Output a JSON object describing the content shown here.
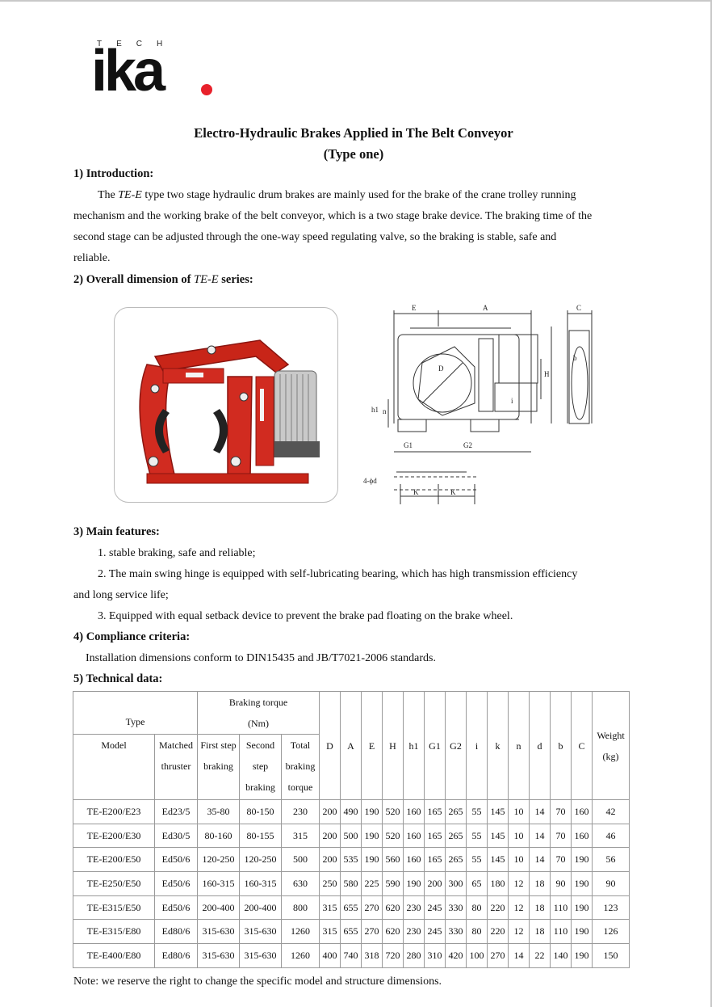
{
  "logo": {
    "tech": "TECH",
    "word": "ika"
  },
  "title": {
    "line1": "Electro-Hydraulic Brakes Applied in The Belt Conveyor",
    "line2": "(Type one)"
  },
  "sections": {
    "intro_heading": "1)  Introduction:",
    "intro_p1_a": "The ",
    "intro_p1_series": "TE-E",
    "intro_p1_b": " type two stage hydraulic drum brakes are mainly used for the brake of the crane trolley running",
    "intro_l2": "mechanism and the working brake of the belt conveyor, which is a two stage brake device. The braking time of the",
    "intro_l3": "second stage can be adjusted through the one-way speed regulating valve, so the braking is stable, safe and",
    "intro_l4": "reliable.",
    "dim_heading_a": "2)  Overall dimension of ",
    "dim_heading_series": "TE-E",
    "dim_heading_b": " series:",
    "features_heading": "3)  Main features:",
    "feature1": "1. stable braking, safe and reliable;",
    "feature2": "2. The main swing hinge is equipped with self-lubricating bearing, which has high transmission efficiency",
    "feature2_cont": "and long service life;",
    "feature3": "3. Equipped with equal setback device to prevent the brake pad floating on the brake wheel.",
    "compliance_heading": "4)  Compliance criteria:",
    "compliance_text": "Installation dimensions conform to DIN15435 and JB/T7021-2006 standards.",
    "tech_heading": "5)  Technical data:"
  },
  "drawing_labels": {
    "E": "E",
    "A": "A",
    "C": "C",
    "D": "D",
    "H": "H",
    "h1": "h1",
    "n": "n",
    "b": "b",
    "i": "i",
    "G1": "G1",
    "G2": "G2",
    "K": "K",
    "holes": "4-ϕd"
  },
  "table": {
    "h_type": "Type",
    "h_torque1": "Braking torque",
    "h_torque2": "(Nm)",
    "h_model": "Model",
    "h_matched1": "Matched",
    "h_matched2": "thruster",
    "h_first1": "First step",
    "h_first2": "braking",
    "h_second1": "Second",
    "h_second2": "step",
    "h_second3": "braking",
    "h_total1": "Total",
    "h_total2": "braking",
    "h_total3": "torque",
    "h_D": "D",
    "h_A": "A",
    "h_E": "E",
    "h_H": "H",
    "h_h1": "h1",
    "h_G1": "G1",
    "h_G2": "G2",
    "h_i": "i",
    "h_k": "k",
    "h_n": "n",
    "h_d": "d",
    "h_b": "b",
    "h_C": "C",
    "h_weight1": "Weight",
    "h_weight2": "(kg)",
    "rows": [
      [
        "TE-E200/E23",
        "Ed23/5",
        "35-80",
        "80-150",
        "230",
        "200",
        "490",
        "190",
        "520",
        "160",
        "165",
        "265",
        "55",
        "145",
        "10",
        "14",
        "70",
        "160",
        "42"
      ],
      [
        "TE-E200/E30",
        "Ed30/5",
        "80-160",
        "80-155",
        "315",
        "200",
        "500",
        "190",
        "520",
        "160",
        "165",
        "265",
        "55",
        "145",
        "10",
        "14",
        "70",
        "160",
        "46"
      ],
      [
        "TE-E200/E50",
        "Ed50/6",
        "120-250",
        "120-250",
        "500",
        "200",
        "535",
        "190",
        "560",
        "160",
        "165",
        "265",
        "55",
        "145",
        "10",
        "14",
        "70",
        "190",
        "56"
      ],
      [
        "TE-E250/E50",
        "Ed50/6",
        "160-315",
        "160-315",
        "630",
        "250",
        "580",
        "225",
        "590",
        "190",
        "200",
        "300",
        "65",
        "180",
        "12",
        "18",
        "90",
        "190",
        "90"
      ],
      [
        "TE-E315/E50",
        "Ed50/6",
        "200-400",
        "200-400",
        "800",
        "315",
        "655",
        "270",
        "620",
        "230",
        "245",
        "330",
        "80",
        "220",
        "12",
        "18",
        "110",
        "190",
        "123"
      ],
      [
        "TE-E315/E80",
        "Ed80/6",
        "315-630",
        "315-630",
        "1260",
        "315",
        "655",
        "270",
        "620",
        "230",
        "245",
        "330",
        "80",
        "220",
        "12",
        "18",
        "110",
        "190",
        "126"
      ],
      [
        "TE-E400/E80",
        "Ed80/6",
        "315-630",
        "315-630",
        "1260",
        "400",
        "740",
        "318",
        "720",
        "280",
        "310",
        "420",
        "100",
        "270",
        "14",
        "22",
        "140",
        "190",
        "150"
      ]
    ]
  },
  "note": "Note: we reserve the right to change the specific model and structure dimensions."
}
